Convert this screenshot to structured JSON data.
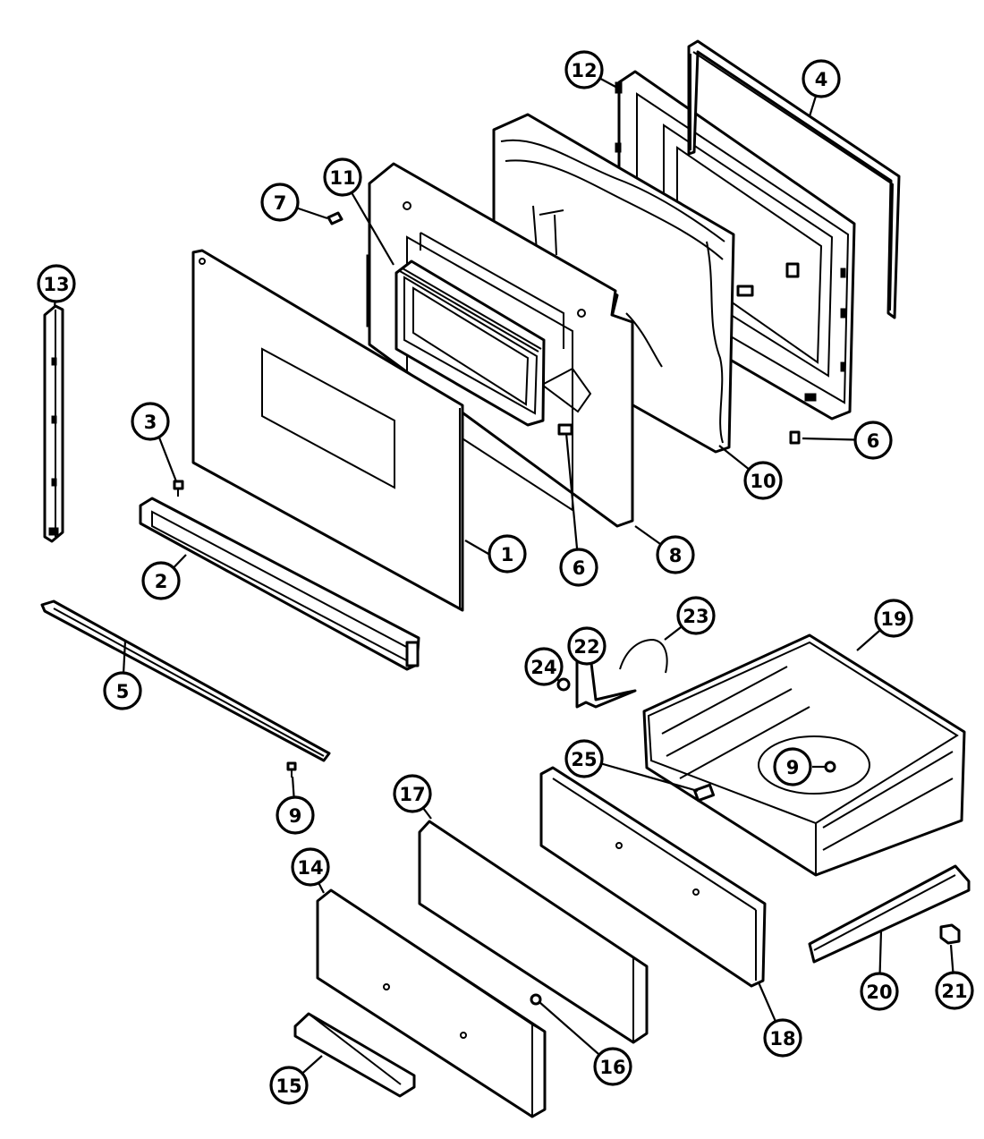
{
  "diagram": {
    "callouts": [
      {
        "id": "c1",
        "label": "1"
      },
      {
        "id": "c2",
        "label": "2"
      },
      {
        "id": "c3",
        "label": "3"
      },
      {
        "id": "c4",
        "label": "4"
      },
      {
        "id": "c5",
        "label": "5"
      },
      {
        "id": "c6a",
        "label": "6"
      },
      {
        "id": "c6b",
        "label": "6"
      },
      {
        "id": "c7",
        "label": "7"
      },
      {
        "id": "c8",
        "label": "8"
      },
      {
        "id": "c9a",
        "label": "9"
      },
      {
        "id": "c9b",
        "label": "9"
      },
      {
        "id": "c10",
        "label": "10"
      },
      {
        "id": "c11",
        "label": "11"
      },
      {
        "id": "c12",
        "label": "12"
      },
      {
        "id": "c13",
        "label": "13"
      },
      {
        "id": "c14",
        "label": "14"
      },
      {
        "id": "c15",
        "label": "15"
      },
      {
        "id": "c16",
        "label": "16"
      },
      {
        "id": "c17",
        "label": "17"
      },
      {
        "id": "c18",
        "label": "18"
      },
      {
        "id": "c19",
        "label": "19"
      },
      {
        "id": "c20",
        "label": "20"
      },
      {
        "id": "c21",
        "label": "21"
      },
      {
        "id": "c22",
        "label": "22"
      },
      {
        "id": "c23",
        "label": "23"
      },
      {
        "id": "c24",
        "label": "24"
      },
      {
        "id": "c25",
        "label": "25"
      }
    ]
  }
}
